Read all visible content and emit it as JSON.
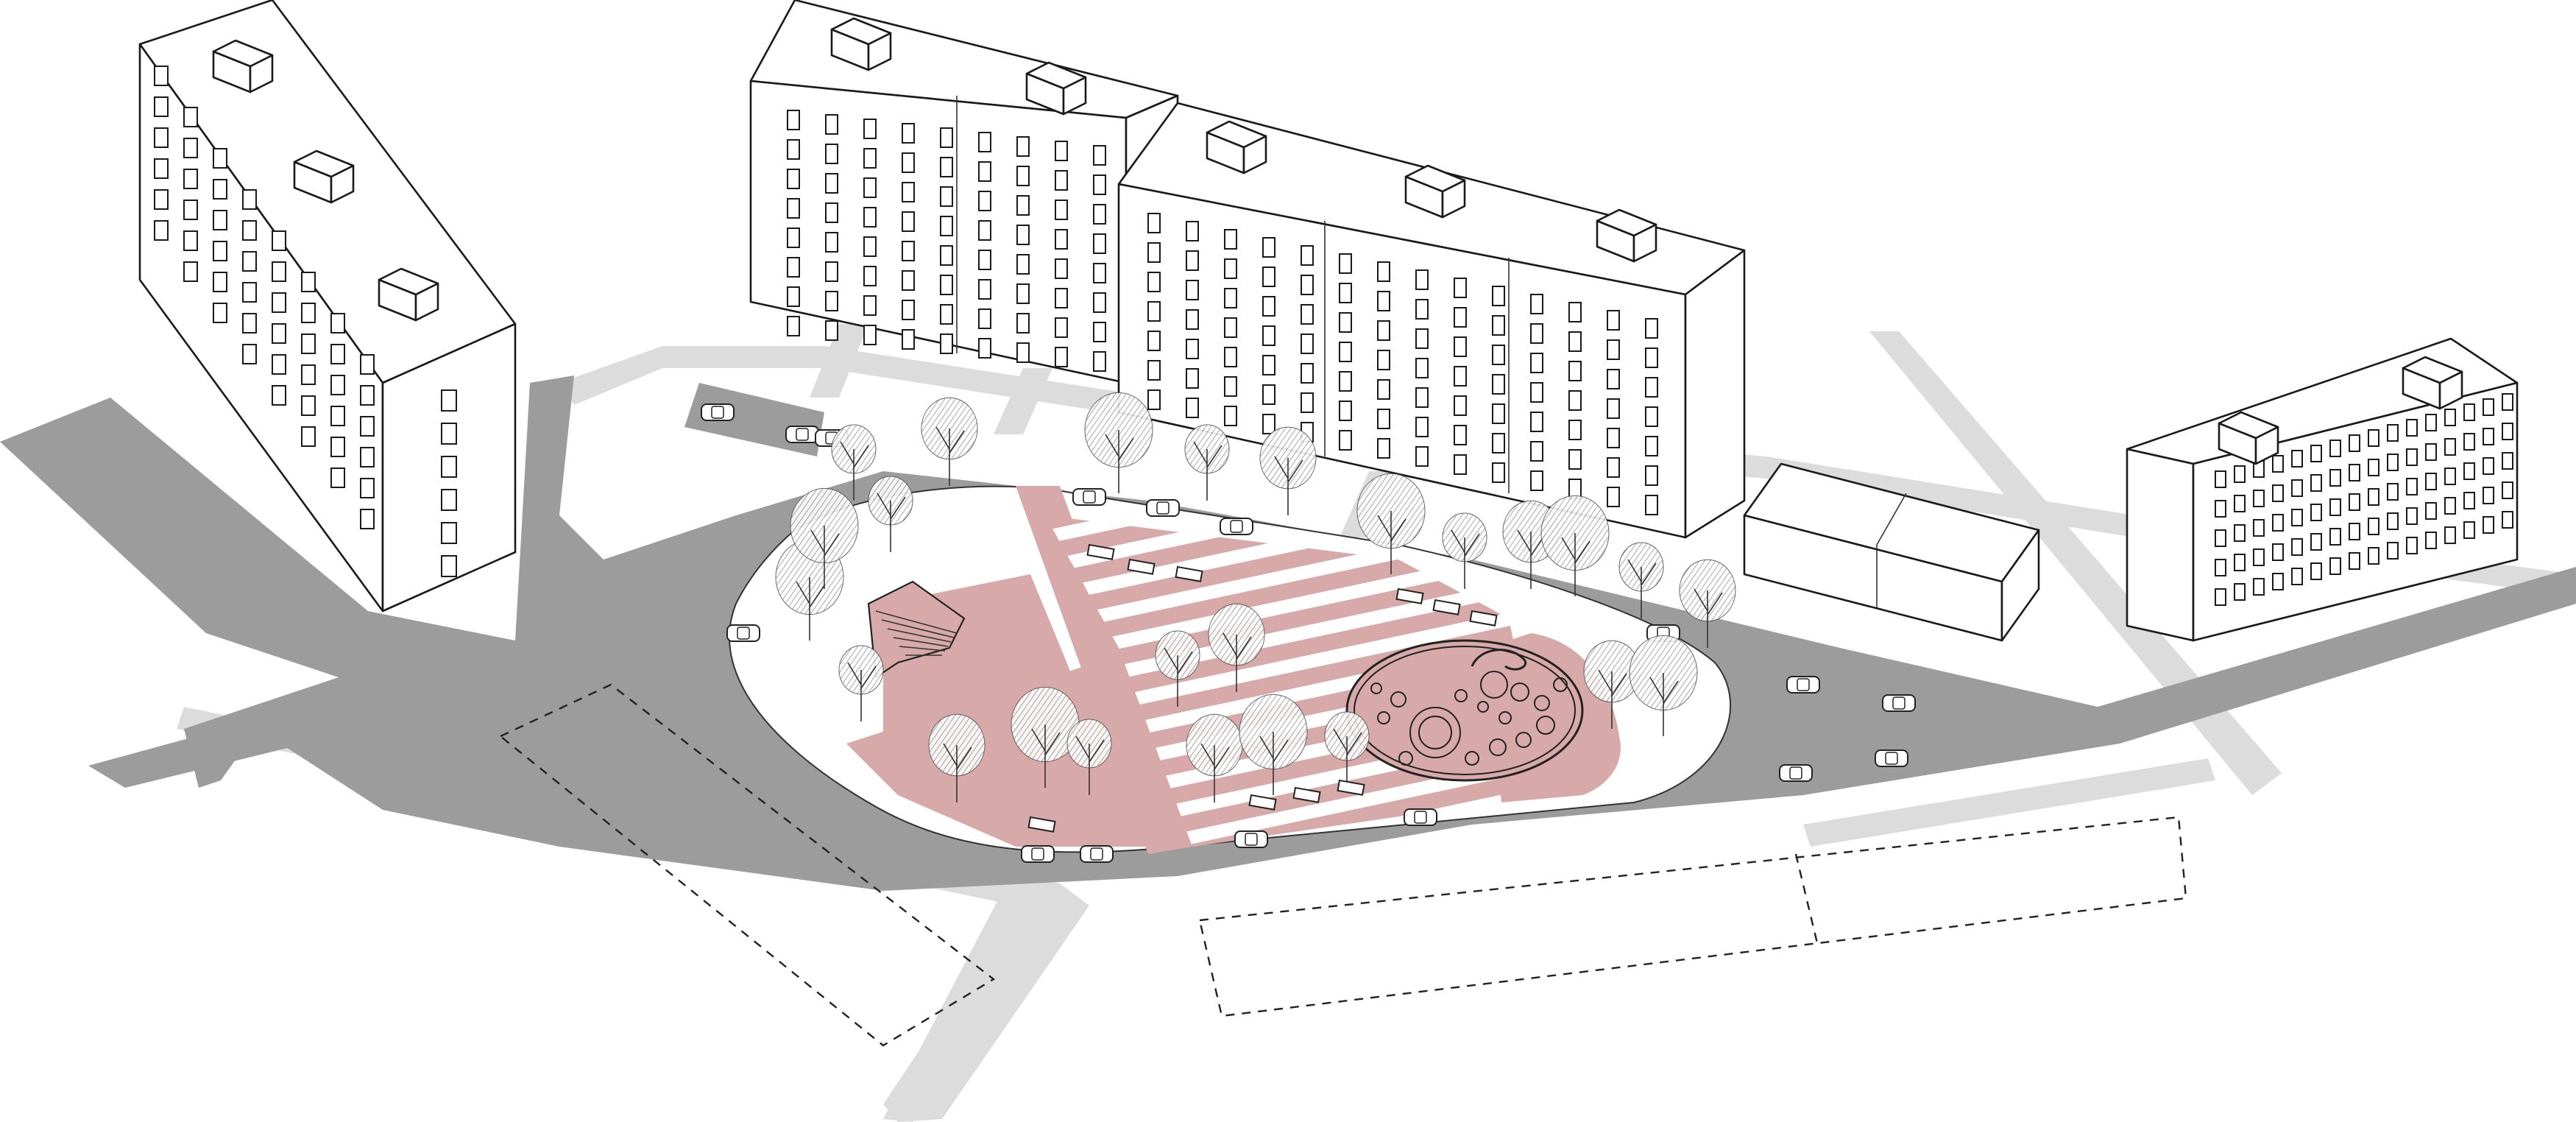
{
  "drawing": {
    "style": "axonometric urban site plan",
    "colors": {
      "road": "#9c9c9c",
      "sidewalk": "#dcdcdc",
      "plaza_paving": "#d8a9a9",
      "building_fill": "#ffffff",
      "outline": "#1a1a1a",
      "background": "#ffffff"
    },
    "elements": [
      {
        "name": "residential-block-northwest",
        "icon": "building-icon"
      },
      {
        "name": "residential-block-north",
        "icon": "building-icon"
      },
      {
        "name": "residential-block-east",
        "icon": "building-icon"
      },
      {
        "name": "low-pavilion",
        "icon": "pavilion-icon"
      },
      {
        "name": "central-park-plaza",
        "icon": "plaza-icon"
      },
      {
        "name": "circular-playground",
        "icon": "circle-pattern-icon"
      },
      {
        "name": "amphitheater-steps",
        "icon": "steps-icon"
      },
      {
        "name": "parking-areas",
        "icon": "car-icon"
      },
      {
        "name": "future-building-footprints",
        "icon": "dashed-outline-icon"
      },
      {
        "name": "trees",
        "icon": "tree-icon"
      }
    ]
  }
}
